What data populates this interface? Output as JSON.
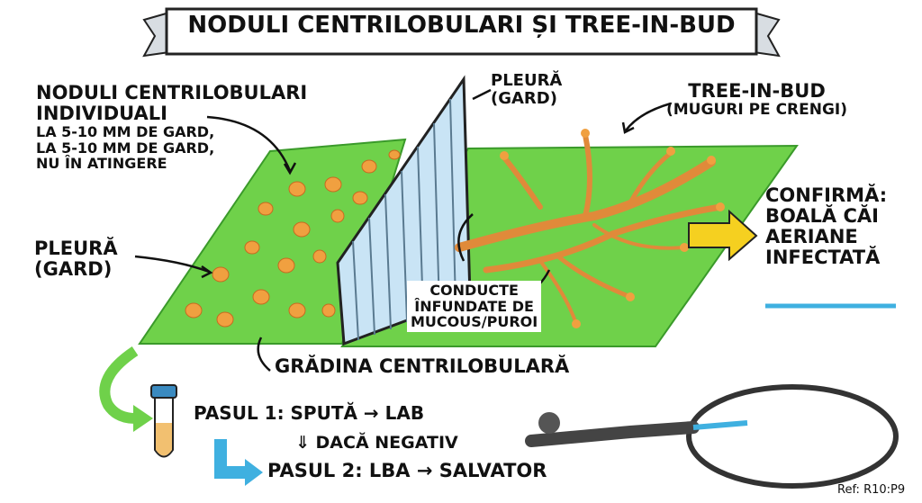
{
  "title": "NODULI CENTRILOBULARI ȘI TREE-IN-BUD",
  "left_label": {
    "line1": "NODULI CENTRILOBULARI",
    "line2": "INDIVIDUALI",
    "line3": "LA 5-10 MM DE GARD,",
    "line4": "LA 5-10 MM DE GARD,",
    "line5": "NU ÎN ATINGERE"
  },
  "pleura_left": {
    "line1": "PLEURĂ",
    "line2": "(GARD)"
  },
  "pleura_top": {
    "line1": "PLEURĂ",
    "line2": "(GARD)"
  },
  "tree_in_bud": {
    "line1": "TREE-IN-BUD",
    "line2": "(MUGURI PE CRENGI)"
  },
  "ducts": {
    "line1": "CONDUCTE",
    "line2": "ÎNFUNDATE DE",
    "line3": "MUCOUS/PUROI"
  },
  "garden_label": "GRĂDINA CENTRILOBULARĂ",
  "confirm": {
    "line1": "CONFIRMĂ:",
    "line2": "BOALĂ CĂI",
    "line3": "AERIANE",
    "line4": "INFECTATĂ"
  },
  "steps": {
    "step1": "PASUL 1: SPUTĂ → LAB",
    "if_negative": "⇓ DACĂ NEGATIV",
    "step2": "PASUL 2: LBA → SALVATOR"
  },
  "ref": "Ref: R10:P9",
  "colors": {
    "grass": "#6fd14a",
    "nodule": "#f0a040",
    "branch": "#e08a3a",
    "fence": "#c9e4f5",
    "accent_blue": "#3fb0e0",
    "arrow_yellow": "#f5d020"
  }
}
